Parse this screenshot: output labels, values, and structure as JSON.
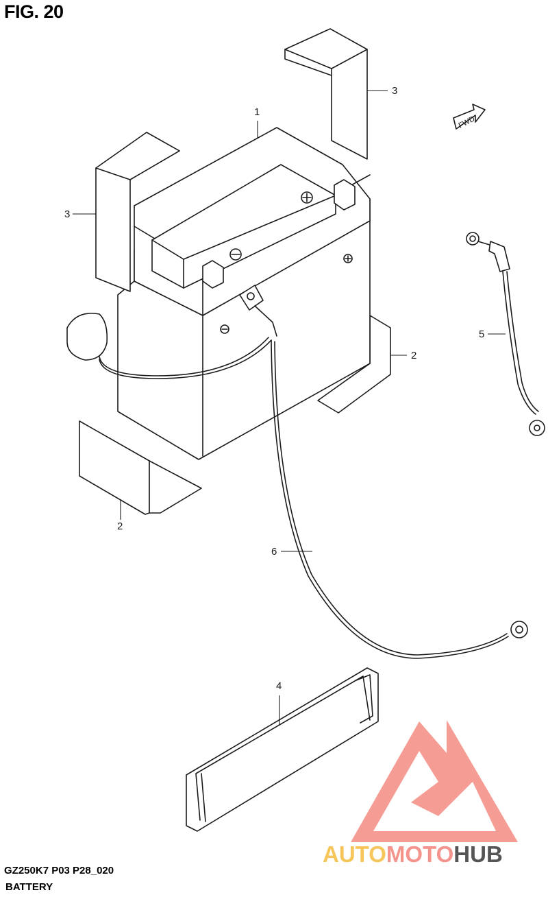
{
  "figure": {
    "title": "FIG. 20"
  },
  "footer": {
    "code": "GZ250K7 P03 P28_020",
    "name": "BATTERY"
  },
  "direction_badge": {
    "label": "FWD"
  },
  "callouts": {
    "battery": "1",
    "bracket_right": "2",
    "bracket_left": "2",
    "pad_top": "3",
    "pad_left": "3",
    "band": "4",
    "cable_neg": "5",
    "cable_pos": "6"
  },
  "watermark": {
    "part1": "AUTO",
    "part2": "MOTO",
    "part3": "HUB",
    "colors": {
      "auto": "#f7c65a",
      "moto": "#f4948c",
      "hub": "#555555",
      "logo": "#f4928a"
    }
  }
}
